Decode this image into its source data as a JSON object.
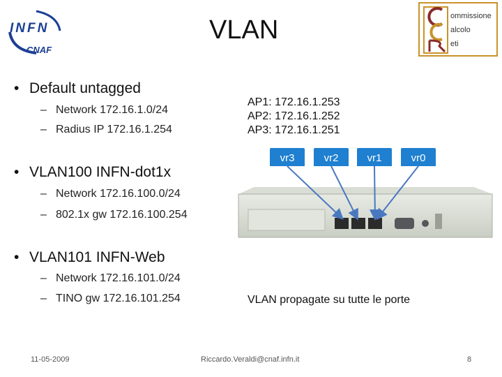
{
  "header": {
    "logo_left": {
      "text_main": "INFN",
      "text_sub": "CNAF"
    },
    "title": "VLAN",
    "logo_right": {
      "lines": [
        "ommissione",
        "alcolo",
        "eti"
      ]
    }
  },
  "bullets": [
    {
      "label": "Default untagged",
      "subs": [
        "Network 172.16.1.0/24",
        "Radius IP 172.16.1.254"
      ]
    },
    {
      "label": "VLAN100 INFN-dot1x",
      "subs": [
        "Network 172.16.100.0/24",
        "802.1x gw 172.16.100.254"
      ]
    },
    {
      "label": "VLAN101 INFN-Web",
      "subs": [
        "Network 172.16.101.0/24",
        "TINO gw 172.16.101.254"
      ]
    }
  ],
  "ap_list": [
    "AP1: 172.16.1.253",
    "AP2: 172.16.1.252",
    "AP3: 172.16.1.251"
  ],
  "vr_labels": [
    "vr3",
    "vr2",
    "vr1",
    "vr0"
  ],
  "note": "VLAN propagate su tutte le porte",
  "footer": {
    "date": "11-05-2009",
    "email": "Riccardo.Veraldi@cnaf.infn.it",
    "page": "8"
  },
  "colors": {
    "vr_box": "#1f7fd0",
    "arrow": "#4a78c0",
    "infn_blue": "#1c3f94"
  }
}
